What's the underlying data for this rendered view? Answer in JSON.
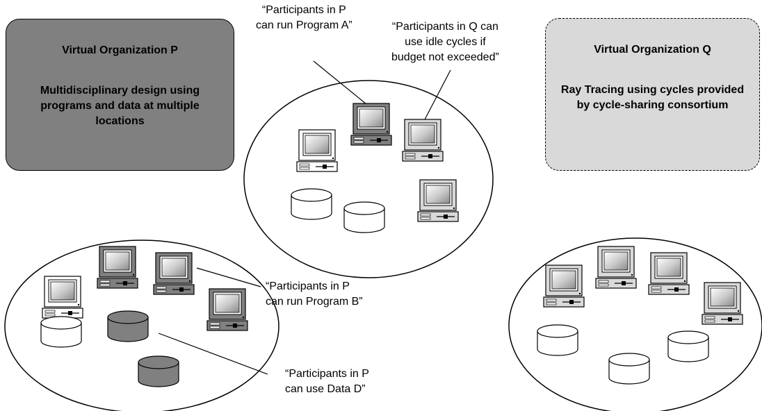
{
  "virtual_org_p": {
    "title": "Virtual Organization P",
    "description": "Multidisciplinary design using programs and data at multiple locations",
    "fill": "#808080"
  },
  "virtual_org_q": {
    "title": "Virtual Organization Q",
    "description": "Ray Tracing using cycles provided by cycle-sharing consortium",
    "fill": "#d9d9d9"
  },
  "callouts": {
    "program_a": [
      "“Participants in P",
      "can run Program A”"
    ],
    "idle_cycles": [
      "“Participants in Q can",
      "use idle cycles if",
      "budget not exceeded”"
    ],
    "program_b": [
      "“Participants in P",
      "can run Program B”"
    ],
    "data_d": [
      "“Participants in P",
      "can use Data D”"
    ]
  },
  "colors": {
    "p_resource": "#808080",
    "q_resource": "#d9d9d9",
    "unshared_resource": "#ffffff",
    "screen_inner": "#eaeaea"
  },
  "icons": {
    "computer": "computer-icon",
    "storage": "database-icon"
  }
}
